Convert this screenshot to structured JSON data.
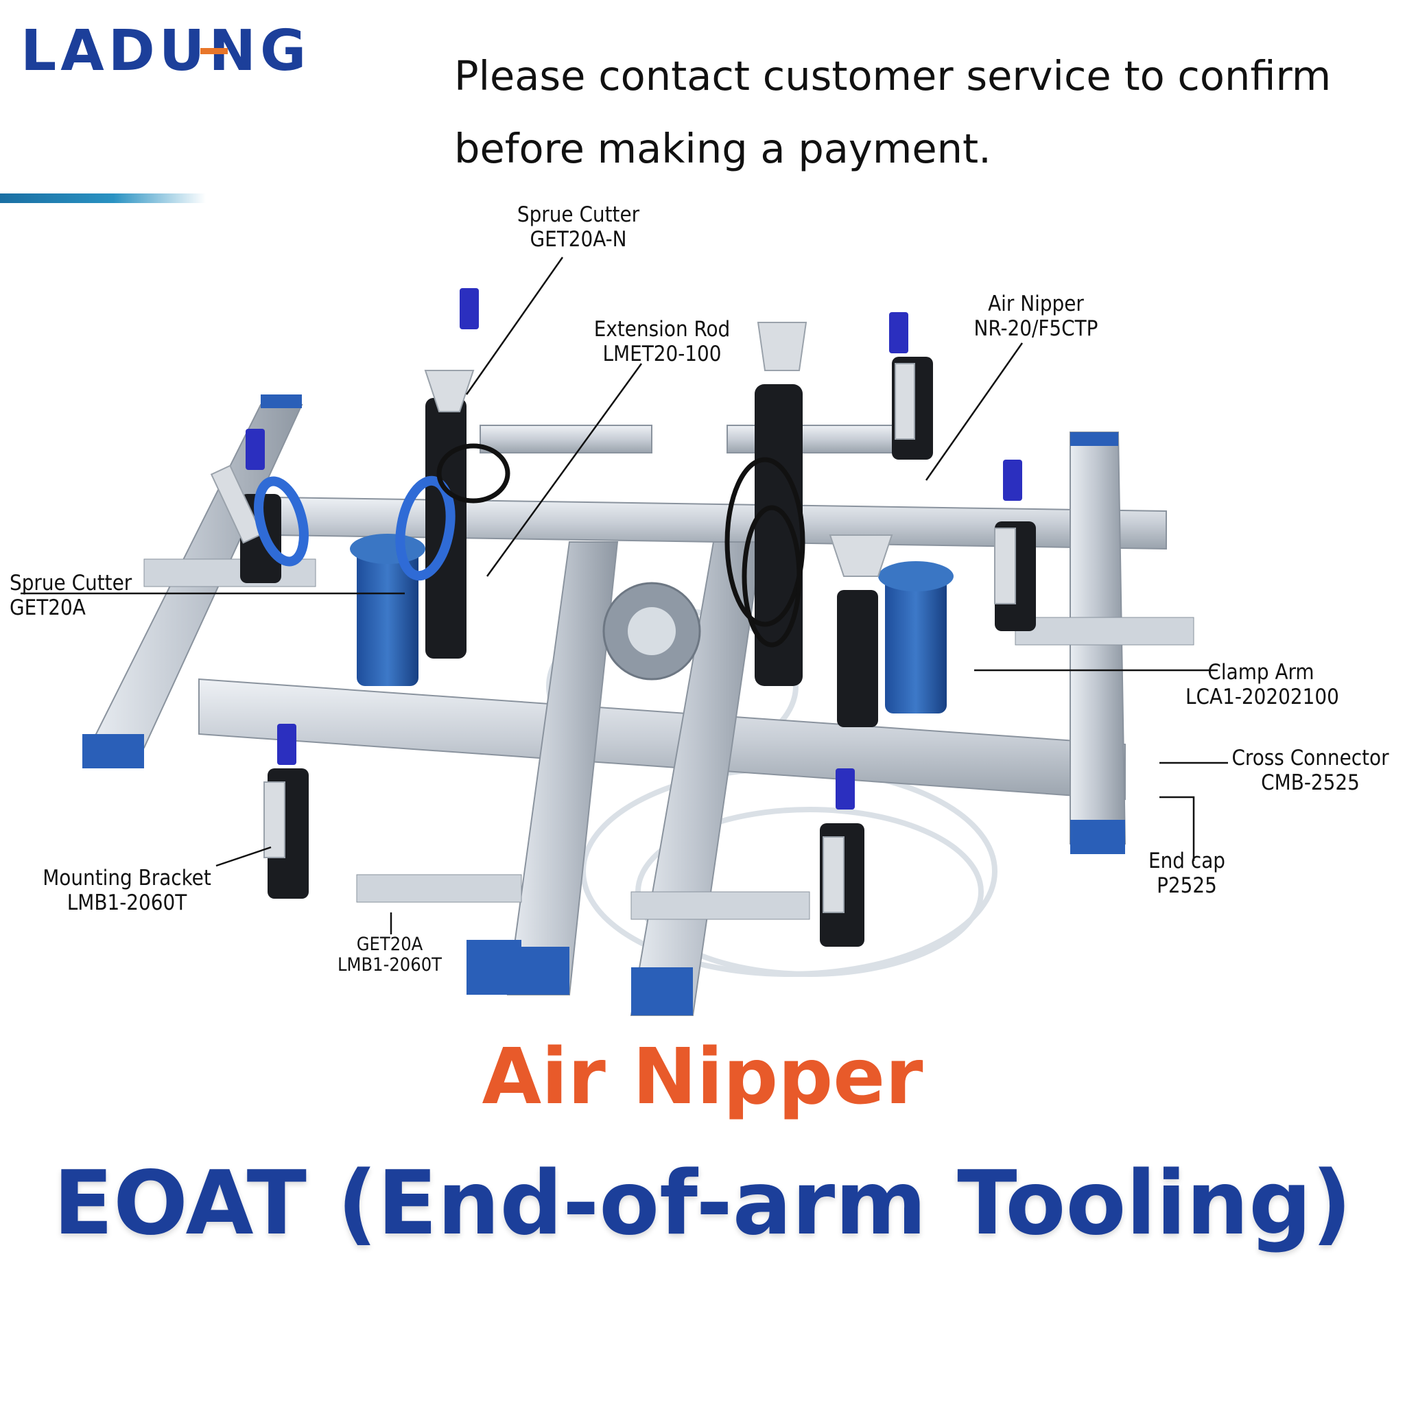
{
  "brand": {
    "logo_text": "LADUNG",
    "colors": {
      "dark_blue": "#1c3f9a",
      "accent_orange": "#e8762a",
      "headline_orange": "#e85a2a"
    }
  },
  "notice": {
    "line1": "Please contact customer service to confirm",
    "line2": "before making a payment."
  },
  "callouts": {
    "sprue_cutter_top": {
      "name": "Sprue Cutter",
      "model": "GET20A-N"
    },
    "extension_rod": {
      "name": "Extension Rod",
      "model": "LMET20-100"
    },
    "air_nipper": {
      "name": "Air Nipper",
      "model": "NR-20/F5CTP"
    },
    "sprue_cutter_left": {
      "name": "Sprue Cutter",
      "model": "GET20A"
    },
    "clamp_arm": {
      "name": "Clamp Arm",
      "model": "LCA1-20202100"
    },
    "cross_connector": {
      "name": "Cross Connector",
      "model": "CMB-2525"
    },
    "end_cap": {
      "name": "End cap",
      "model": "P2525"
    },
    "mounting_bracket": {
      "name": "Mounting Bracket",
      "model": "LMB1-2060T"
    },
    "combo_bottom": {
      "name": "GET20A",
      "model": "LMB1-2060T"
    }
  },
  "headline": {
    "line1": "Air Nipper",
    "line2": "EOAT (End-of-arm Tooling)"
  }
}
